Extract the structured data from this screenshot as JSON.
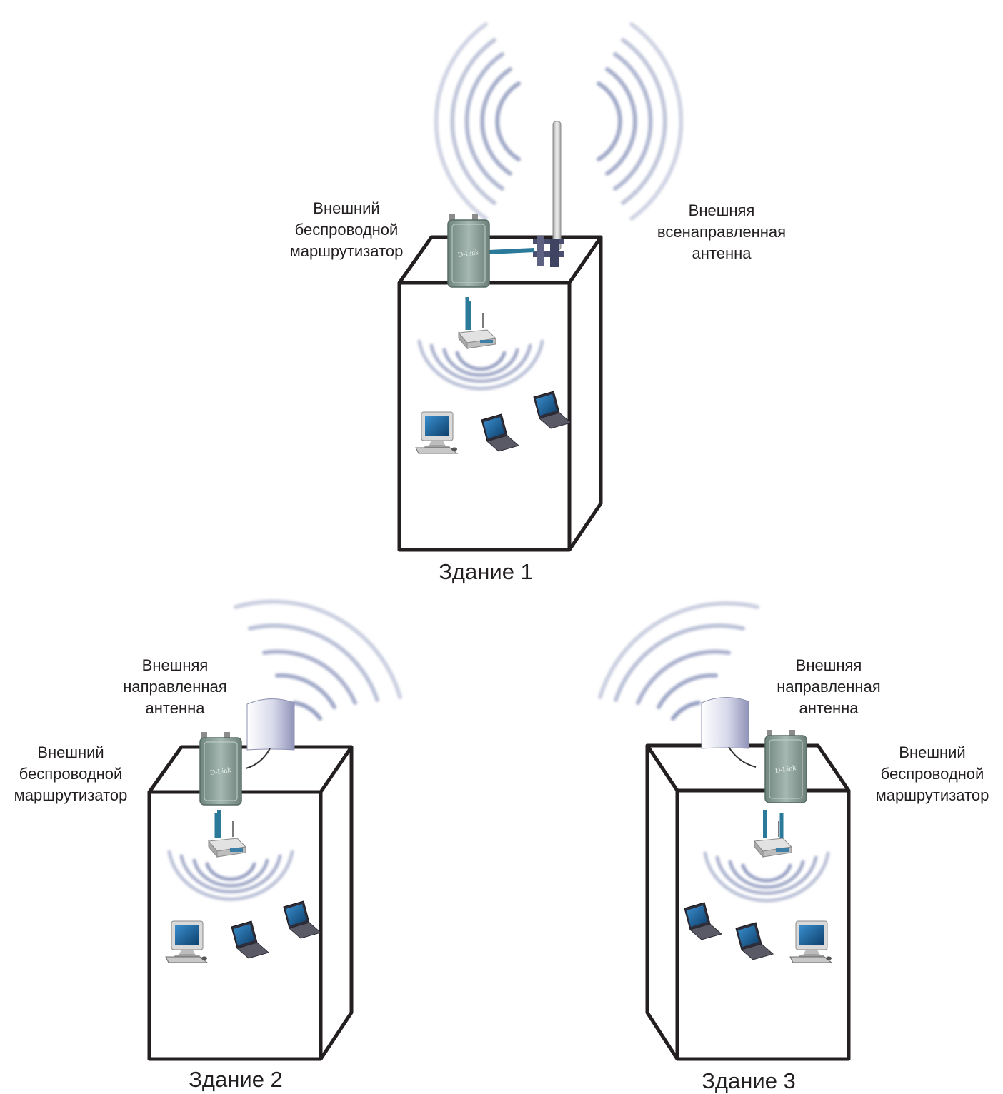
{
  "building1": {
    "caption": "Здание 1",
    "router_label": [
      "Внешний",
      "беспроводной",
      "маршрутизатор"
    ],
    "antenna_label": [
      "Внешняя",
      "всенаправленная",
      "антенна"
    ]
  },
  "building2": {
    "caption": "Здание 2",
    "antenna_label": [
      "Внешняя",
      "направленная",
      "антенна"
    ],
    "router_label": [
      "Внешний",
      "беспроводной",
      "маршрутизатор"
    ]
  },
  "building3": {
    "caption": "Здание 3",
    "antenna_label": [
      "Внешняя",
      "направленная",
      "антенна"
    ],
    "router_label": [
      "Внешний",
      "беспроводной",
      "маршрутизатор"
    ]
  },
  "device_brand": "D-Link",
  "colors": {
    "outline": "#231f20",
    "wave": "#9aa3c4",
    "cable": "#2b7a9a",
    "router_body": "#8fa39c",
    "panel_antenna": "#c9cbe0",
    "screen": "#1d6fa8"
  },
  "icons": [
    "router-icon",
    "antenna-icon",
    "panel-antenna-icon",
    "access-point-icon",
    "desktop-icon",
    "laptop-icon",
    "wifi-waves-icon"
  ]
}
